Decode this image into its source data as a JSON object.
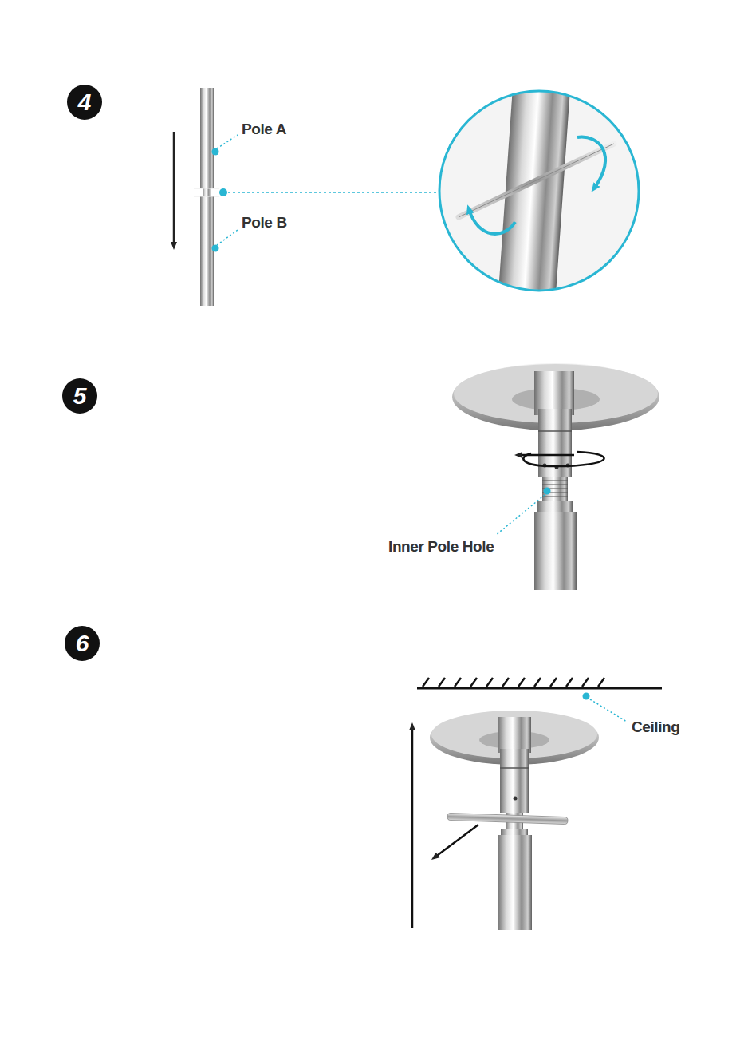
{
  "diagram": {
    "nodes": [
      {
        "text": [
          "4"
        ]
      },
      {
        "text": [
          "5"
        ]
      },
      {
        "text": [
          "6"
        ]
      }
    ],
    "labels": [
      "Pole A",
      "Pole B",
      "Inner Pole Hole",
      "Ceiling"
    ]
  }
}
